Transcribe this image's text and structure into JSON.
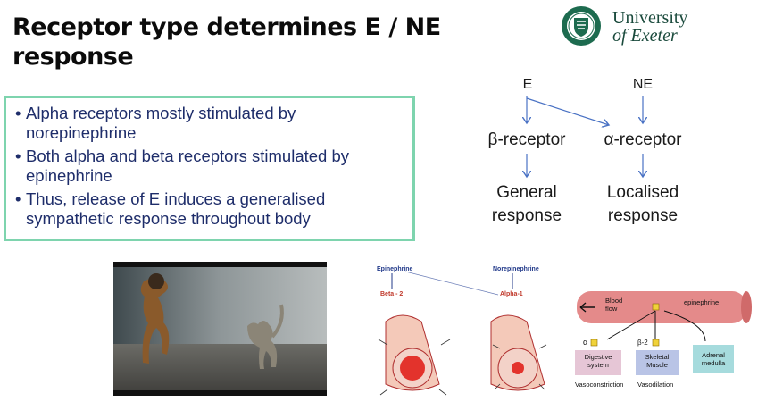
{
  "slide": {
    "title_line1": "Receptor type determines E / NE",
    "title_line2": "response"
  },
  "logo": {
    "line1": "University",
    "line2": "of Exeter",
    "colors": {
      "seal": "#1d6b4f",
      "text": "#1a4a3c"
    }
  },
  "bullets": [
    {
      "line1": "Alpha receptors mostly stimulated by",
      "line2": "norepinephrine"
    },
    {
      "line1": "Both alpha and beta receptors stimulated by",
      "line2": "epinephrine"
    },
    {
      "line1": "Thus, release of E induces a generalised",
      "line2": "sympathetic response throughout body"
    }
  ],
  "flow": {
    "e": "E",
    "ne": "NE",
    "beta": "β-receptor",
    "alpha": "α-receptor",
    "general_line1": "General",
    "general_line2": "response",
    "local_line1": "Localised",
    "local_line2": "response",
    "arrow_color": "#4a72c4"
  },
  "vessel_figure": {
    "epinephrine": "Epinephrine",
    "norepinephrine": "Norepinephrine",
    "beta2": "Beta - 2",
    "alpha1": "Alpha-1"
  },
  "blood_flow_figure": {
    "blood": "Blood",
    "flow": "flow",
    "epinephrine": "epinephrine",
    "alpha": "α",
    "beta2": "β-2",
    "digestive_line1": "Digestive",
    "digestive_line2": "system",
    "skeletal_line1": "Skeletal",
    "skeletal_line2": "Muscle",
    "adrenal_line1": "Adrenal",
    "adrenal_line2": "medulla",
    "vasoconstriction": "Vasoconstriction",
    "vasodilation": "Vasodilation"
  },
  "border_color": "#7ed4ae",
  "bullet_text_color": "#1e2d6a"
}
